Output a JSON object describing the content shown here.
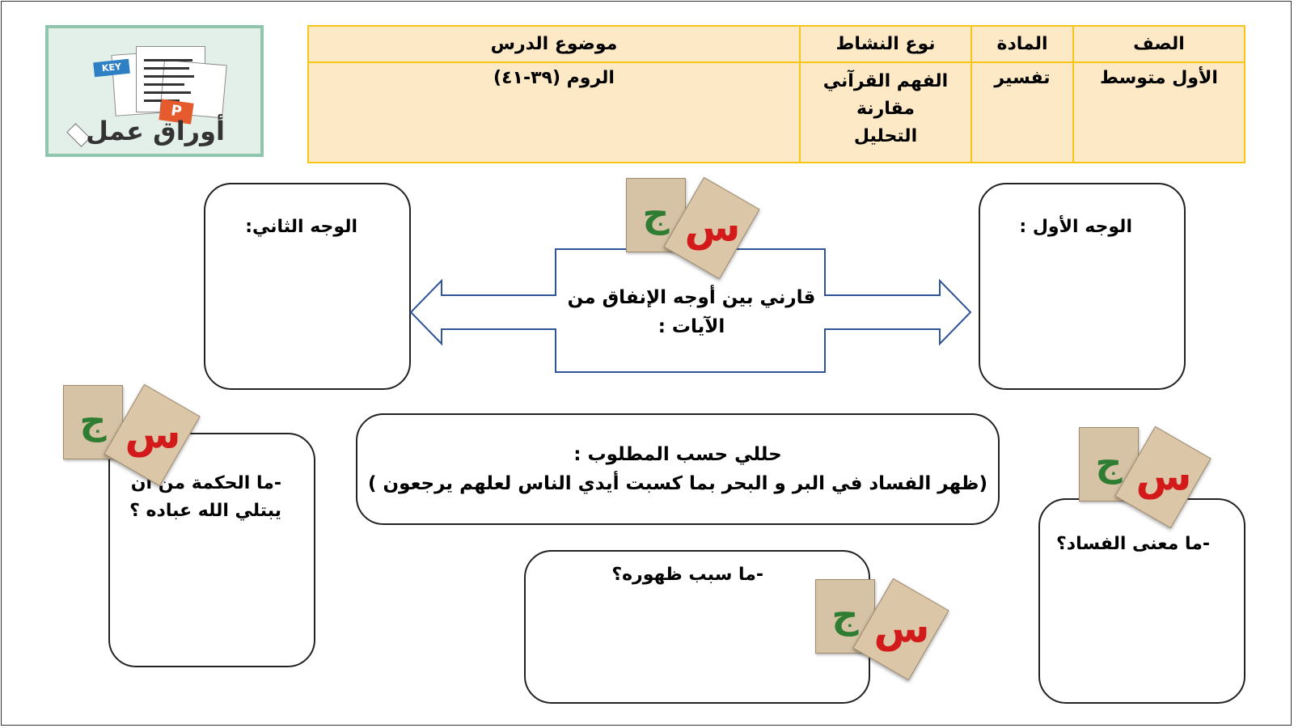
{
  "logo": {
    "text": "أوراق عمل",
    "key_tag": "KEY",
    "p_tag": "P"
  },
  "header": {
    "col_grade": "الصف",
    "col_subject": "المادة",
    "col_activity": "نوع النشاط",
    "col_topic": "موضوع الدرس",
    "grade": "الأول متوسط",
    "subject": "تفسير",
    "activity_1": "الفهم القرآني",
    "activity_2": "مقارنة",
    "activity_3": "التحليل",
    "topic": "الروم (٣٩-٤١)"
  },
  "compare": {
    "first_face": "الوجه الأول :",
    "second_face": "الوجه الثاني:",
    "prompt_line1": "قارني بين أوجه الإنفاق من",
    "prompt_line2": "الآيات :"
  },
  "analyze": {
    "title": "حللي حسب المطلوب :",
    "verse": "(ظهر الفساد في البر و البحر بما كسبت أيدي الناس لعلهم يرجعون )"
  },
  "questions": {
    "q1_line1": "-ما الحكمة من أن",
    "q1_line2": "يبتلي الله عباده ؟",
    "q2": "-ما سبب ظهوره؟",
    "q3": "-ما معنى الفساد؟"
  },
  "cards": {
    "answer_letter": "ج",
    "question_letter": "س"
  },
  "colors": {
    "table_fill": "#fde9c6",
    "table_border": "#f5c518",
    "arrow_stroke": "#2f5597",
    "answer_green": "#2e7d32",
    "question_red": "#d21a1a"
  }
}
